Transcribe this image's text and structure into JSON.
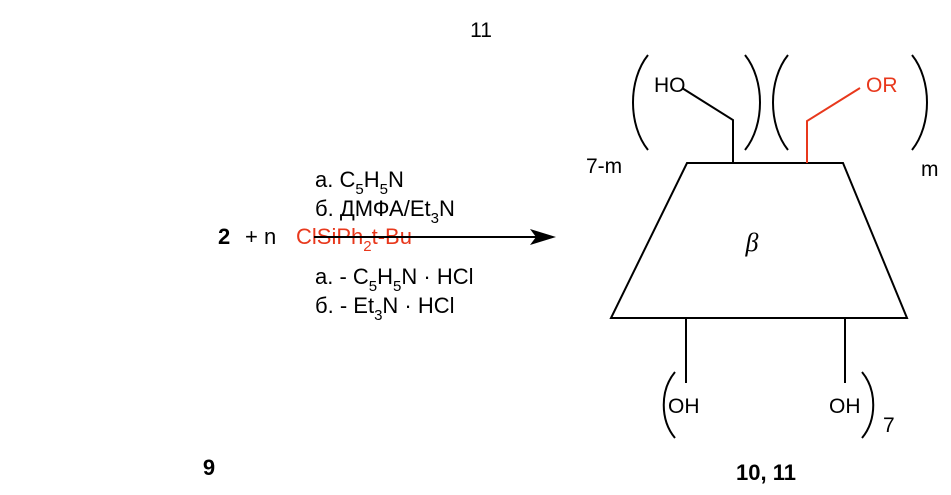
{
  "labels": {
    "top_number": "11",
    "reagent_number": "9",
    "product_numbers": "10, 11"
  },
  "reactants": {
    "compound": "2",
    "plus_n": "+ n",
    "reagent_main": "ClSiPh",
    "reagent_sub": "2",
    "reagent_tail": "t-Bu"
  },
  "conditions_above": {
    "a_prefix": "а. C",
    "a_sub1": "5",
    "a_mid": "H",
    "a_sub2": "5",
    "a_tail": "N",
    "b_prefix": "б. ДМФА/Et",
    "b_sub": "3",
    "b_tail": "N"
  },
  "conditions_below": {
    "a_prefix": "а. - C",
    "a_sub1": "5",
    "a_mid": "H",
    "a_sub2": "5",
    "a_tail": "N · HCl",
    "b_prefix": "б. - Et",
    "b_sub": "3",
    "b_tail": "N · HCl"
  },
  "product": {
    "ring_label": "β",
    "ho_group": "HO",
    "or_group": "OR",
    "left_multiplier": "7-m",
    "right_multiplier": "m",
    "oh_left": "OH",
    "oh_right": "OH",
    "bottom_multiplier": "7"
  },
  "colors": {
    "accent_red": "#e8381c",
    "ink": "#000000",
    "background": "#ffffff"
  }
}
